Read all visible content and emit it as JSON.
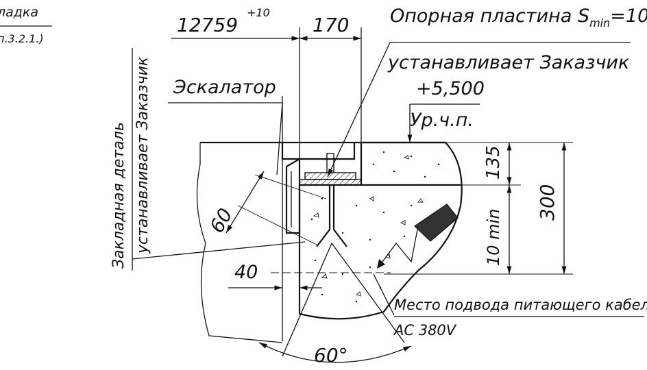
{
  "corner_note": {
    "line1": "ладка",
    "line2": "п.3.2.1.)"
  },
  "dimensions": {
    "width_main": "12759",
    "width_main_tolerance": "+10",
    "width_gap": "170",
    "depth_top": "135",
    "depth_total": "300",
    "depth_min": "10 min",
    "embed_angle_len": "60",
    "offset": "40",
    "angle": "60°"
  },
  "labels": {
    "plate_title": "Опорная пластина S",
    "plate_sub": "min",
    "plate_value": "=10",
    "installs_by_customer": "устанавливает Заказчик",
    "elevation": "+5,500",
    "floor_level": "Ур.ч.п.",
    "escalator": "Эскалатор",
    "embed_part": "Закладная деталь",
    "embed_installs": "устанавливает Заказчик",
    "cable_place": "Место подвода питающего кабеля",
    "voltage": "AC 380V"
  }
}
